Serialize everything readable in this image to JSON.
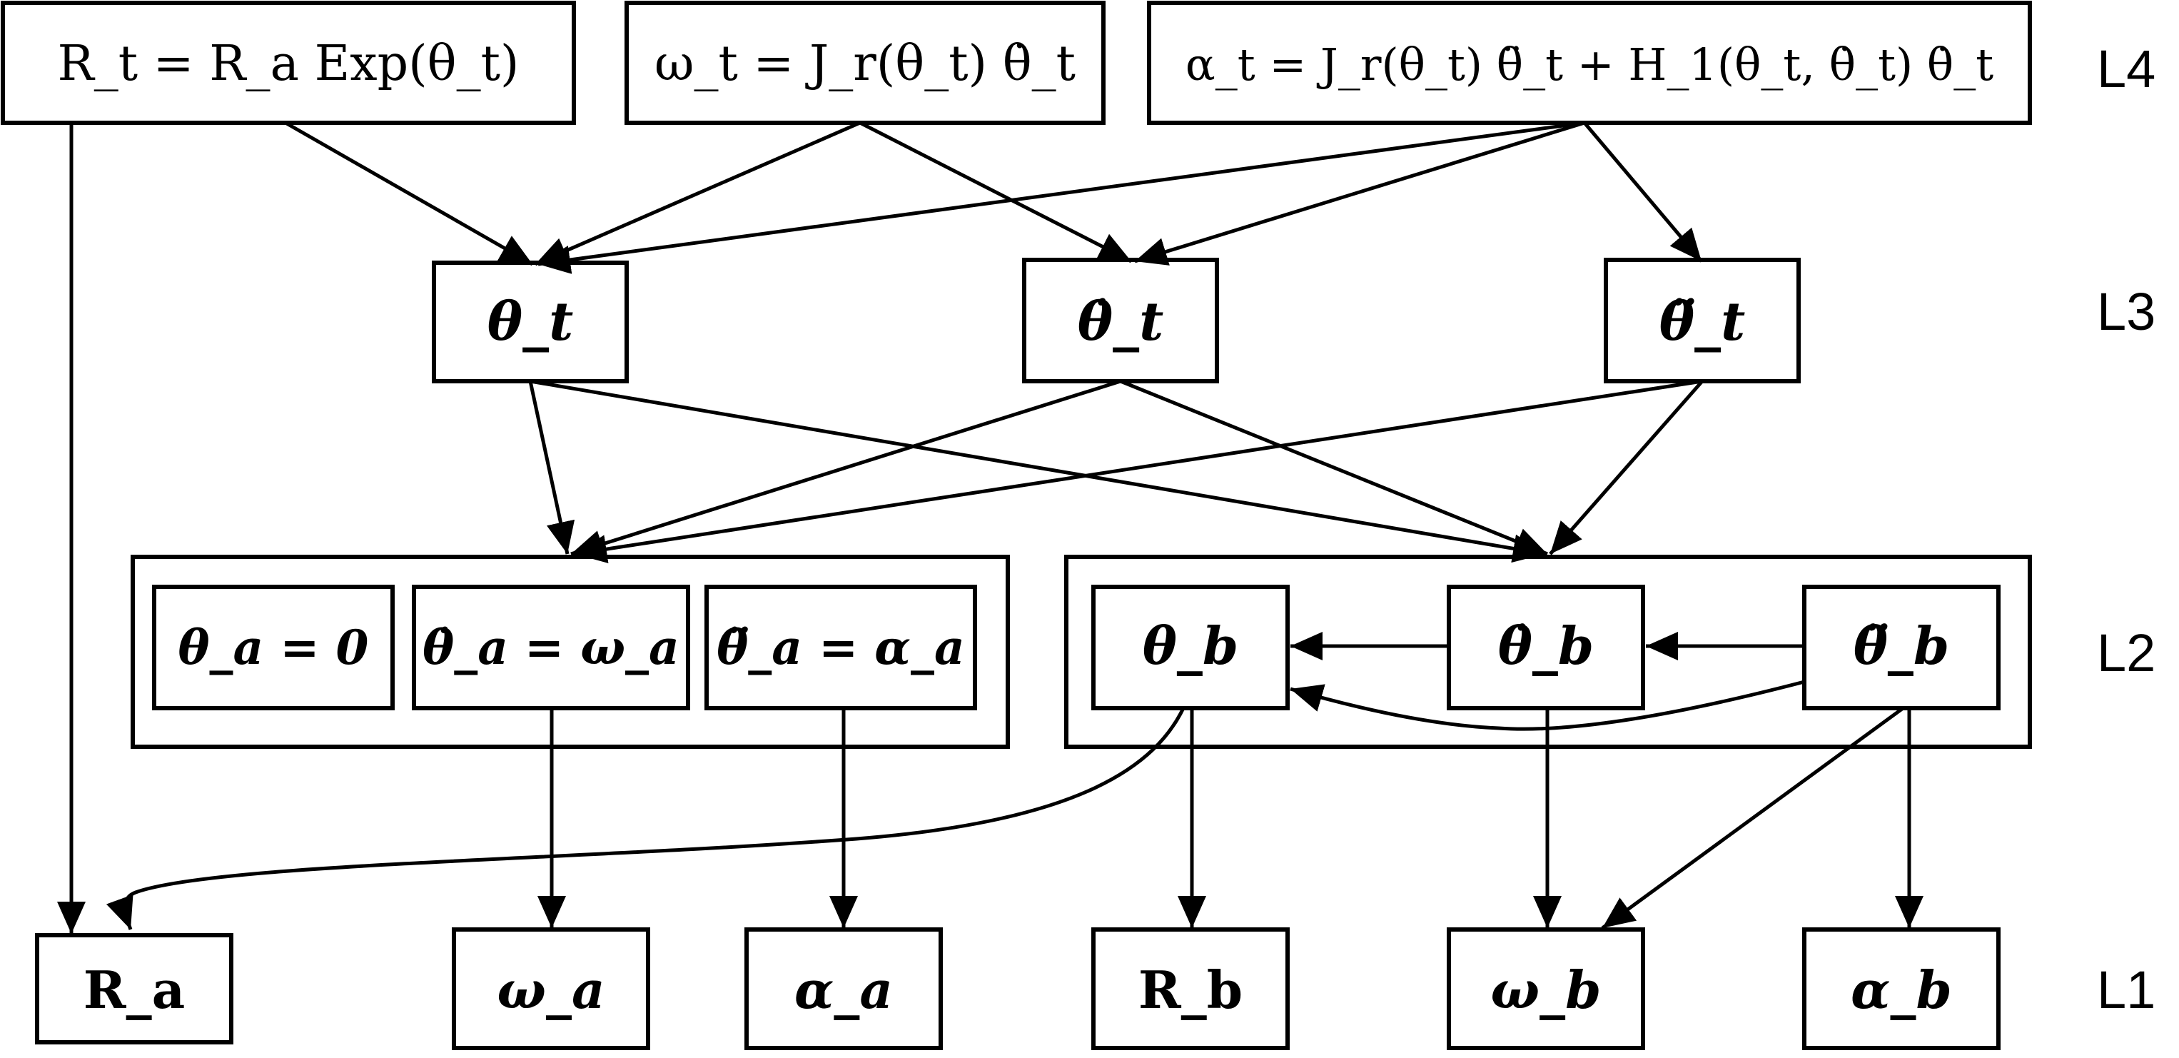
{
  "levels": {
    "l4": "L4",
    "l3": "L3",
    "l2": "L2",
    "l1": "L1"
  },
  "nodes": {
    "l4_rotation": "R_t = R_a Exp(θ_t)",
    "l4_angular_velocity": "ω_t = J_r(θ_t) θ̇_t",
    "l4_angular_acceleration": "α_t = J_r(θ_t) θ̈_t + H_1(θ_t, θ̇_t) θ̇_t",
    "l3_theta": "θ_t",
    "l3_theta_dot": "θ̇_t",
    "l3_theta_ddot": "θ̈_t",
    "l2_theta_a": "θ_a = 0",
    "l2_theta_dot_a": "θ̇_a = ω_a",
    "l2_theta_ddot_a": "θ̈_a = α_a",
    "l2_theta_b": "θ_b",
    "l2_theta_dot_b": "θ̇_b",
    "l2_theta_ddot_b": "θ̈_b",
    "l1_R_a": "R_a",
    "l1_omega_a": "ω_a",
    "l1_alpha_a": "α_a",
    "l1_R_b": "R_b",
    "l1_omega_b": "ω_b",
    "l1_alpha_b": "α_b"
  }
}
